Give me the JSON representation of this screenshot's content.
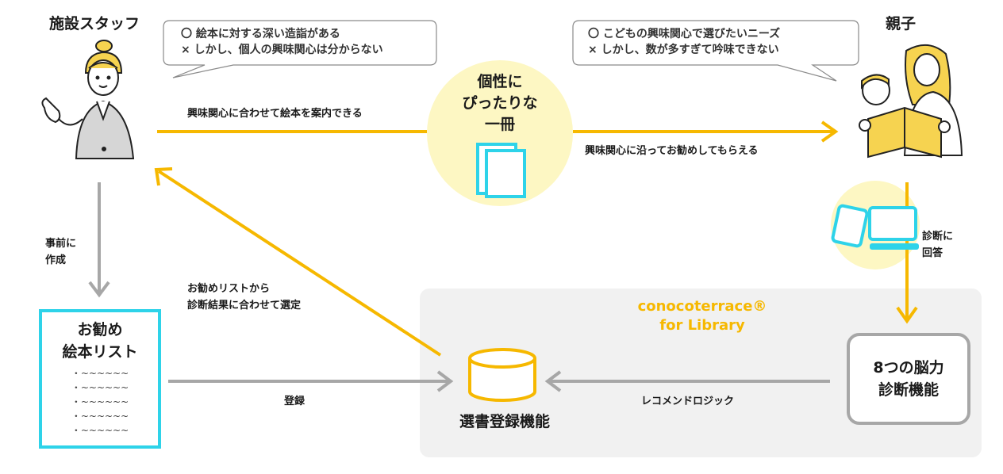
{
  "actors": {
    "staff": "施設スタッフ",
    "parent_child": "親子"
  },
  "bubbles": {
    "staff": [
      "〇 絵本に対する深い造詣がある",
      "× しかし、個人の興味関心は分からない"
    ],
    "parent": [
      "〇 こどもの興味関心で選びたいニーズ",
      "× しかし、数が多すぎて吟味できない"
    ]
  },
  "center": {
    "lines": [
      "個性に",
      "ぴったりな",
      "一冊"
    ]
  },
  "edges": {
    "staff_to_center": "興味関心に合わせて絵本を案内できる",
    "center_to_parent": "興味関心に沿ってお勧めしてもらえる",
    "prepare": [
      "事前に",
      "作成"
    ],
    "select": [
      "お勧めリストから",
      "診断結果に合わせて選定"
    ],
    "answer": [
      "診断に",
      "回答"
    ],
    "register": "登録",
    "recommend": "レコメンドロジック"
  },
  "list": {
    "title": [
      "お勧め",
      "絵本リスト"
    ],
    "items": [
      "・~~~~~~",
      "・~~~~~~",
      "・~~~~~~",
      "・~~~~~~",
      "・~~~~~~"
    ]
  },
  "panel": {
    "brand": [
      "conocoterrace®",
      "for Library"
    ]
  },
  "db_label": "選書登録機能",
  "diagnosis_box": [
    "8つの脳力",
    "診断機能"
  ],
  "colors": {
    "yellow": "#f6b800",
    "gray": "#a7a7a7",
    "cyan": "#2ed3e9",
    "pale_yellow": "#fdf7c3"
  }
}
